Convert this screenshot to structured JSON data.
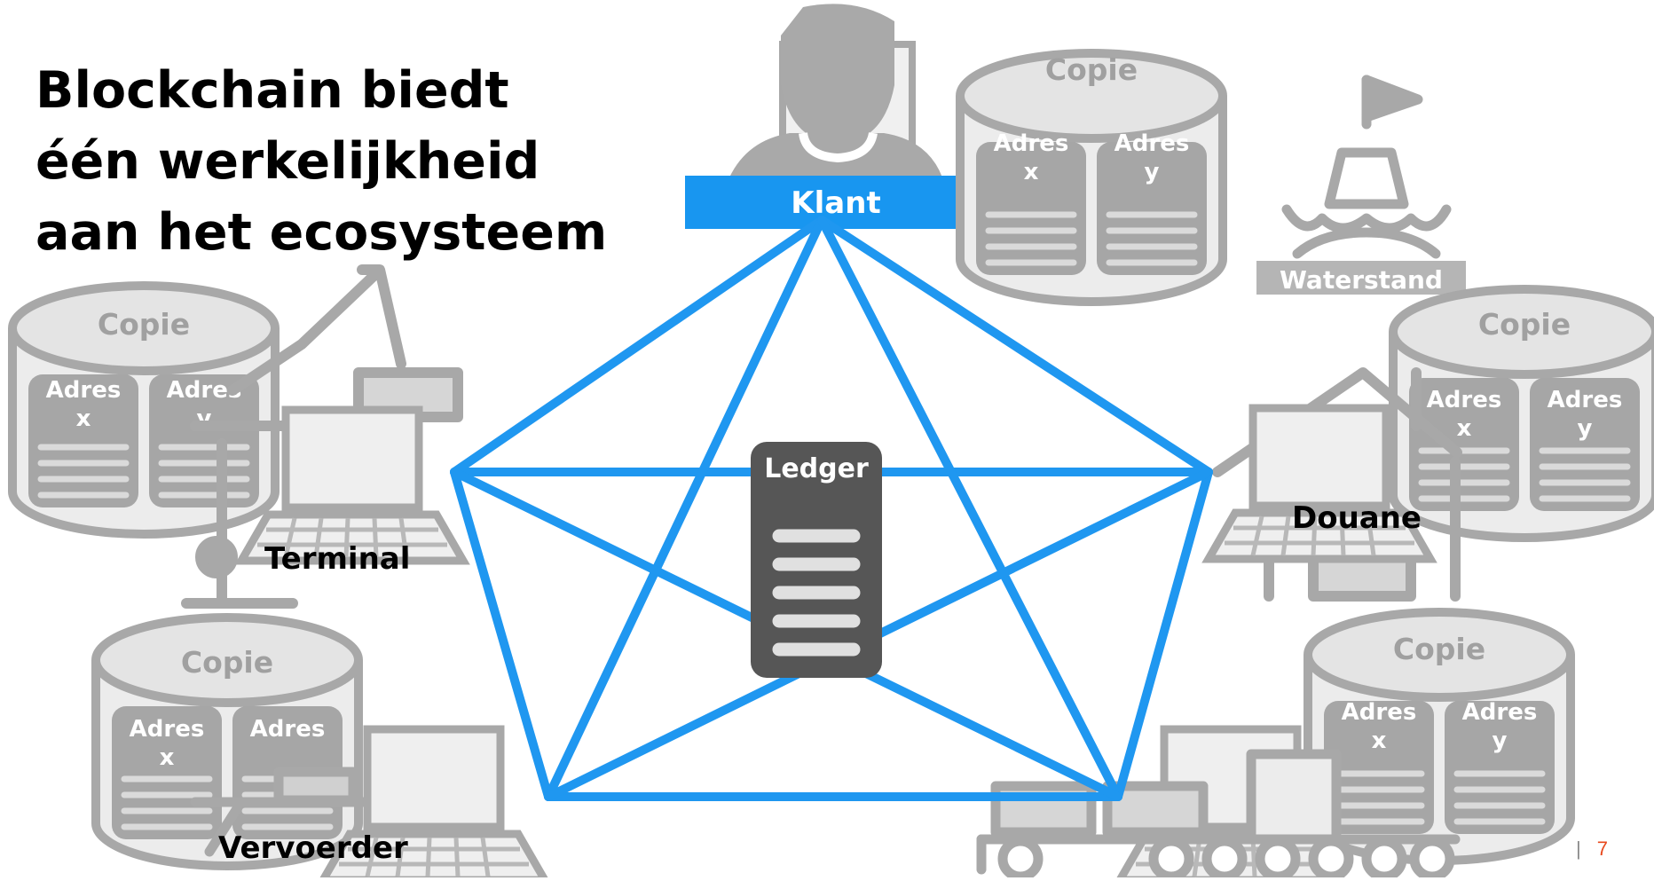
{
  "title": {
    "line1": "Blockchain biedt",
    "line2": "één werkelijkheid",
    "line3": "aan het ecosysteem"
  },
  "central": {
    "label": "Ledger",
    "lines": 5
  },
  "nodes": {
    "klant": "Klant",
    "terminal": "Terminal",
    "douane": "Douane",
    "vervoerder": "Vervoerder",
    "waterstand": "Waterstand"
  },
  "copies": {
    "title": "Copie",
    "cell_label": "Adres",
    "cell_x": "x",
    "cell_y": "y"
  },
  "footer": {
    "separator": "|",
    "page_number": "7"
  },
  "colors": {
    "network": "#1f97f0",
    "klant_banner": "#1896f0",
    "icon_gray": "#a8a8a8",
    "icon_fill": "#ececec",
    "ledger": "#565656",
    "page_number": "#e8491d"
  },
  "icons": [
    "person-icon",
    "database-icon",
    "laptop-icon",
    "crane-icon",
    "buoy-icon",
    "house-icon",
    "truck-icon",
    "train-icon",
    "ledger-icon"
  ]
}
